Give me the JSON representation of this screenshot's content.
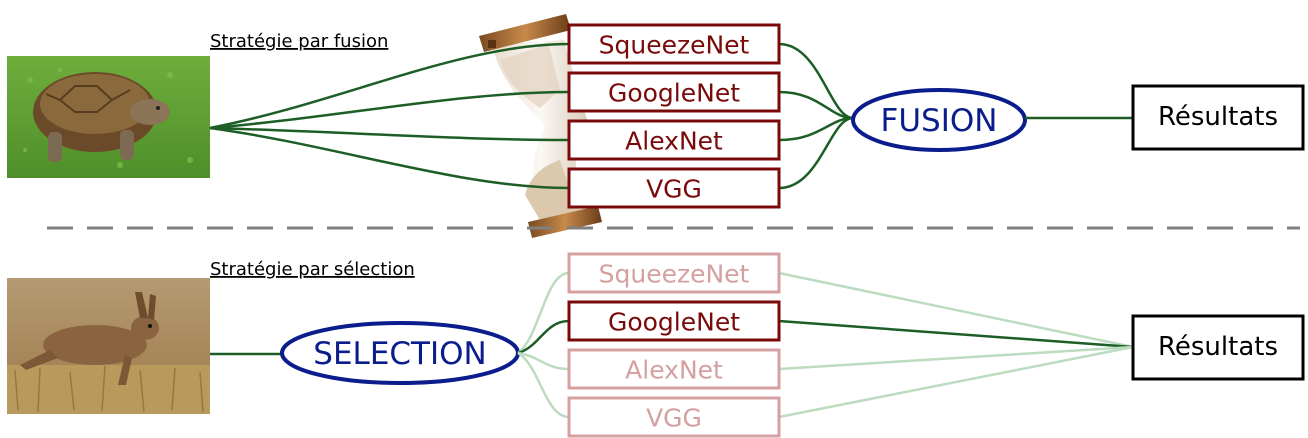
{
  "top": {
    "caption": "Stratégie par fusion",
    "networks": [
      "SqueezeNet",
      "GoogleNet",
      "AlexNet",
      "VGG"
    ],
    "combiner_label": "FUSION",
    "result_label": "Résultats"
  },
  "bottom": {
    "caption": "Stratégie par sélection",
    "networks": [
      "SqueezeNet",
      "GoogleNet",
      "AlexNet",
      "VGG"
    ],
    "selected_network": "GoogleNet",
    "selector_label": "SELECTION",
    "result_label": "Résultats"
  },
  "colors": {
    "network_active": "#7a0a0a",
    "network_faded": "#d4a0a0",
    "edge_active": "#1d5e27",
    "edge_faded": "#bcdcc0",
    "ellipse": "#0b1d8c",
    "separator": "#808080"
  },
  "icons": {
    "top_image": "tortoise-photo",
    "bottom_image": "hare-photo",
    "decoration": "hourglass-icon"
  }
}
